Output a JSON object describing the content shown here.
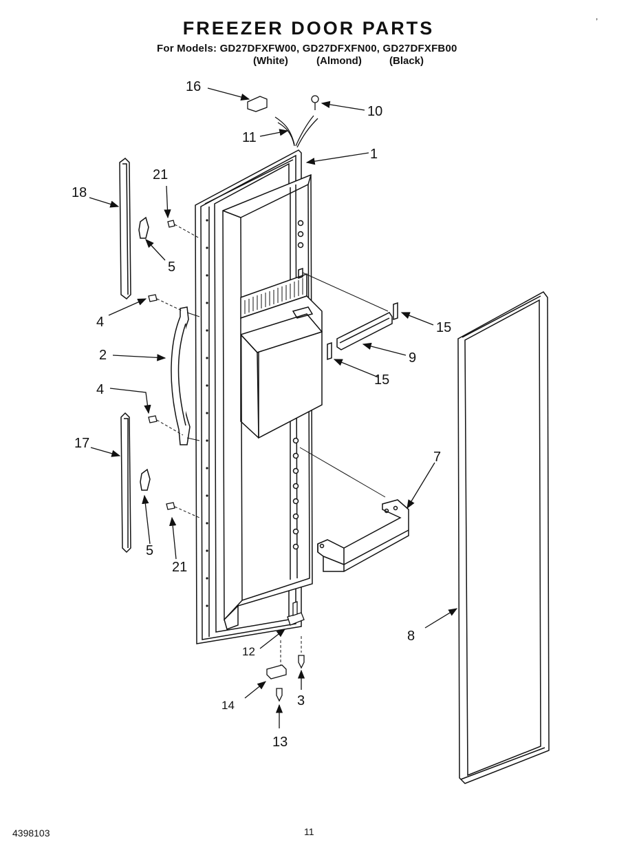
{
  "header": {
    "title": "FREEZER DOOR PARTS",
    "models_line": "For Models: GD27DFXFW00, GD27DFXFN00, GD27DFXFB00",
    "variants": [
      "(White)",
      "(Almond)",
      "(Black)"
    ]
  },
  "footer": {
    "doc_number": "4398103",
    "page_number": "11"
  },
  "callouts": {
    "c1": "1",
    "c2": "2",
    "c3": "3",
    "c4a": "4",
    "c4b": "4",
    "c5a": "5",
    "c5b": "5",
    "c7": "7",
    "c8": "8",
    "c9": "9",
    "c10": "10",
    "c11": "11",
    "c12": "12",
    "c13": "13",
    "c14": "14",
    "c15a": "15",
    "c15b": "15",
    "c16": "16",
    "c17": "17",
    "c18": "18",
    "c21a": "21",
    "c21b": "21"
  }
}
